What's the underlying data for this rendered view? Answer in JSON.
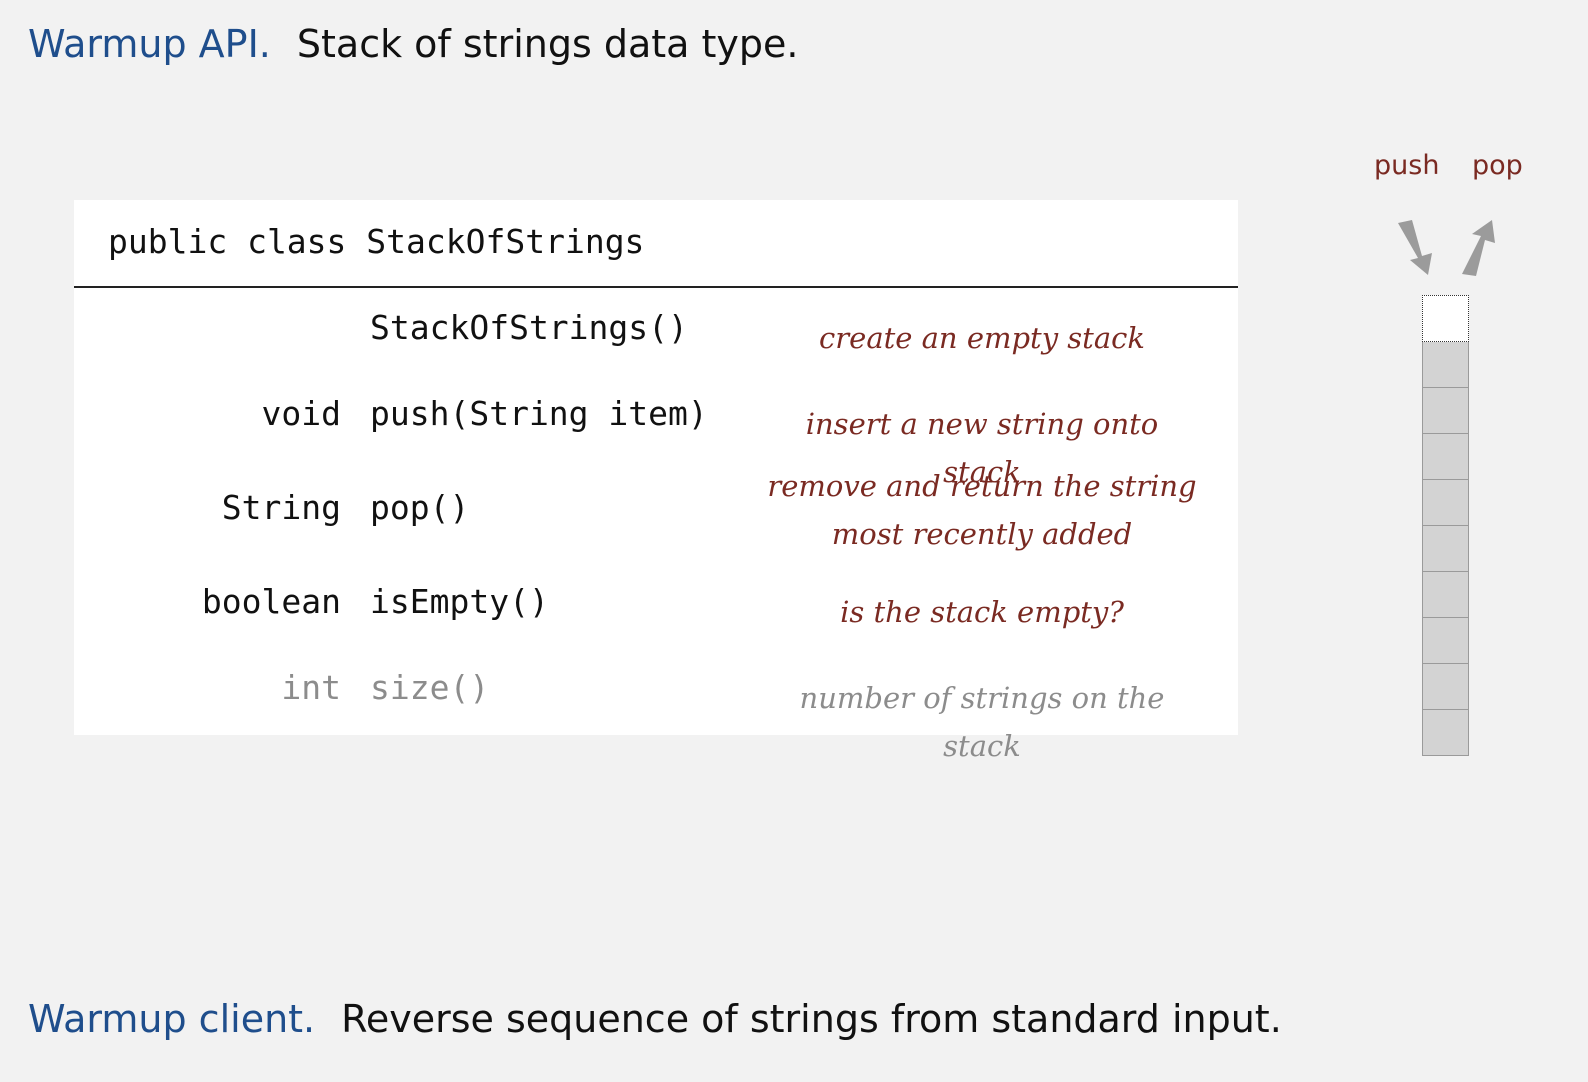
{
  "heading_top": {
    "lead": "Warmup API.",
    "text": "Stack of strings data type."
  },
  "api": {
    "header": "public class StackOfStrings",
    "rows": [
      {
        "type": "",
        "signature": "StackOfStrings()",
        "desc": [
          "create an empty stack"
        ],
        "muted": false
      },
      {
        "type": "void",
        "signature": "push(String item)",
        "desc": [
          "insert a new string onto stack"
        ],
        "muted": false
      },
      {
        "type": "String",
        "signature": "pop()",
        "desc": [
          "remove and return the string",
          "most recently added"
        ],
        "muted": false
      },
      {
        "type": "boolean",
        "signature": "isEmpty()",
        "desc": [
          "is the stack empty?"
        ],
        "muted": false
      },
      {
        "type": "int",
        "signature": "size()",
        "desc": [
          "number of strings on the stack"
        ],
        "muted": true
      }
    ]
  },
  "stack_figure": {
    "push_label": "push",
    "pop_label": "pop",
    "filled_slots": 9,
    "empty_slots": 1,
    "colors": {
      "label": "#7a2a22",
      "arrow": "#9b9b9b",
      "slot_fill": "#d3d3d3"
    }
  },
  "heading_bottom": {
    "lead": "Warmup client.",
    "text": "Reverse sequence of strings from standard input."
  }
}
